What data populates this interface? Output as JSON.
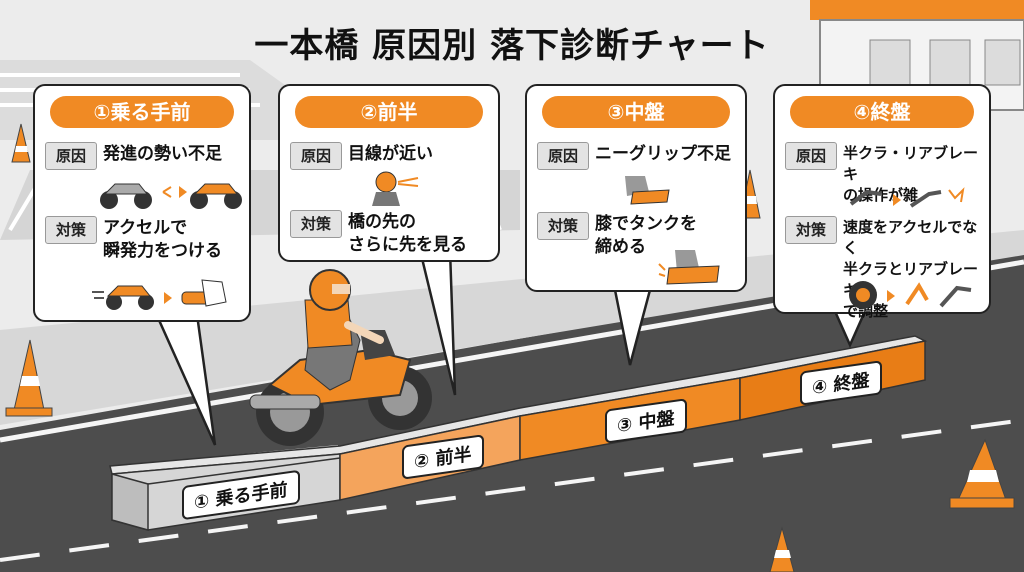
{
  "title": "一本橋 原因別 落下診断チャート",
  "colors": {
    "accent": "#f08a24",
    "accent_light": "#f4a45c",
    "road": "#4d4d4d",
    "curb": "#d9d9d9"
  },
  "cards": [
    {
      "heading": "①乗る手前",
      "cause_tag": "原因",
      "cause": "発進の勢い不足",
      "measure_tag": "対策",
      "measure": "アクセルで\n瞬発力をつける"
    },
    {
      "heading": "②前半",
      "cause_tag": "原因",
      "cause": "目線が近い",
      "measure_tag": "対策",
      "measure": "橋の先の\nさらに先を見る"
    },
    {
      "heading": "③中盤",
      "cause_tag": "原因",
      "cause": "ニーグリップ不足",
      "measure_tag": "対策",
      "measure": "膝でタンクを\n締める"
    },
    {
      "heading": "④終盤",
      "cause_tag": "原因",
      "cause": "半クラ・リアブレーキ\nの操作が雑",
      "measure_tag": "対策",
      "measure": "速度をアクセルでなく\n半クラとリアブレーキ\nで調整"
    }
  ],
  "segments": [
    {
      "label": "① 乗る手前"
    },
    {
      "label": "② 前半"
    },
    {
      "label": "③ 中盤"
    },
    {
      "label": "④ 終盤"
    }
  ]
}
